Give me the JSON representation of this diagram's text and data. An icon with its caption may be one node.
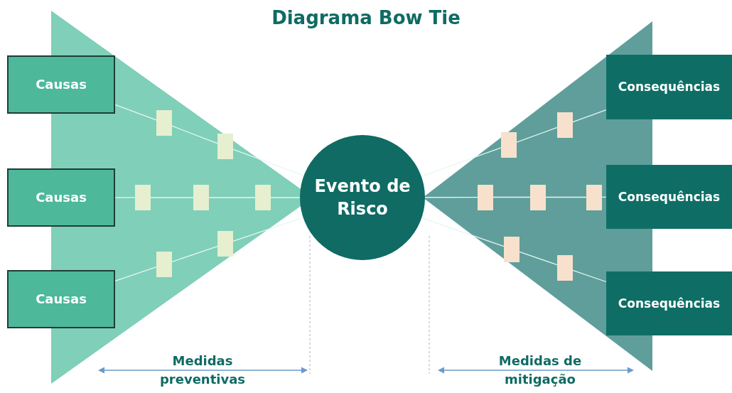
{
  "diagram": {
    "title": "Diagrama Bow Tie",
    "nodes": [
      {
        "text": [
          "Causas"
        ]
      },
      {
        "text": [
          "Causas"
        ]
      },
      {
        "text": [
          "Causas"
        ]
      },
      {
        "text": [
          "Evento de Risco"
        ]
      },
      {
        "text": [
          "Consequências"
        ]
      },
      {
        "text": [
          "Consequências"
        ]
      },
      {
        "text": [
          "Consequências"
        ]
      },
      {
        "text": [],
        "shape": "box"
      },
      {
        "text": [],
        "shape": "box"
      },
      {
        "text": [],
        "shape": "box"
      },
      {
        "text": [],
        "shape": "box"
      },
      {
        "text": [],
        "shape": "box"
      },
      {
        "text": [],
        "shape": "box"
      },
      {
        "text": [],
        "shape": "box"
      },
      {
        "text": [],
        "shape": "box"
      },
      {
        "text": [],
        "shape": "box"
      },
      {
        "text": [],
        "shape": "box"
      },
      {
        "text": [],
        "shape": "box"
      },
      {
        "text": [],
        "shape": "box"
      },
      {
        "text": [],
        "shape": "box"
      },
      {
        "text": [],
        "shape": "box"
      }
    ],
    "edges": [
      {
        "from": 0,
        "to": 8,
        "arrow": "none"
      },
      {
        "from": 8,
        "to": 11,
        "arrow": "none"
      },
      {
        "from": 11,
        "to": 3,
        "arrow": "none"
      },
      {
        "from": 1,
        "to": 7,
        "arrow": "none"
      },
      {
        "from": 7,
        "to": 10,
        "arrow": "none"
      },
      {
        "from": 10,
        "to": 13,
        "arrow": "none"
      },
      {
        "from": 13,
        "to": 3,
        "arrow": "none"
      },
      {
        "from": 2,
        "to": 9,
        "arrow": "none"
      },
      {
        "from": 9,
        "to": 12,
        "arrow": "none"
      },
      {
        "from": 12,
        "to": 3,
        "arrow": "none"
      },
      {
        "from": 3,
        "to": 15,
        "arrow": "none"
      },
      {
        "from": 15,
        "to": 19,
        "arrow": "none"
      },
      {
        "from": 19,
        "to": 4,
        "arrow": "none"
      },
      {
        "from": 3,
        "to": 14,
        "arrow": "none"
      },
      {
        "from": 14,
        "to": 17,
        "arrow": "none"
      },
      {
        "from": 17,
        "to": 20,
        "arrow": "none"
      },
      {
        "from": 20,
        "to": 5,
        "arrow": "none"
      },
      {
        "from": 3,
        "to": 16,
        "arrow": "none"
      },
      {
        "from": 16,
        "to": 18,
        "arrow": "none"
      },
      {
        "from": 18,
        "to": 6,
        "arrow": "none"
      }
    ],
    "labels": [
      "Medidas preventivas",
      "Medidas de mitigação"
    ]
  }
}
